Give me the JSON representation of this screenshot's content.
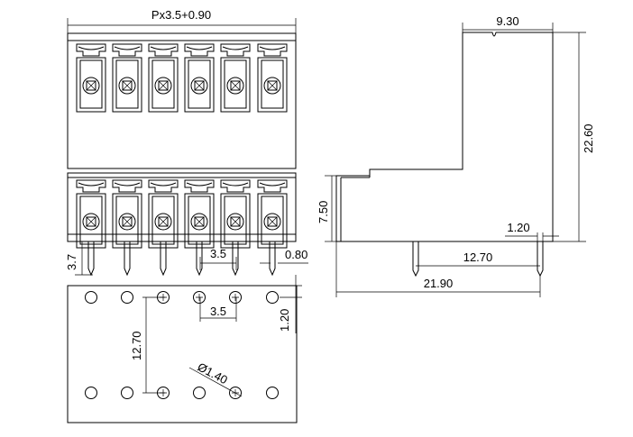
{
  "front_view": {
    "pitch_width": "Px3.5+0.90",
    "pin_length": "3.7",
    "pin_pitch": "3.5",
    "pin_width": "0.80"
  },
  "side_view": {
    "top_width": "9.30",
    "total_height": "22.60",
    "lower_height": "7.50",
    "pin_offset": "1.20",
    "pin_spacing": "12.70",
    "total_depth": "21.90"
  },
  "footprint": {
    "hole_pitch": "3.5",
    "edge_offset": "1.20",
    "row_spacing": "12.70",
    "hole_diameter": "Ø1.40"
  }
}
